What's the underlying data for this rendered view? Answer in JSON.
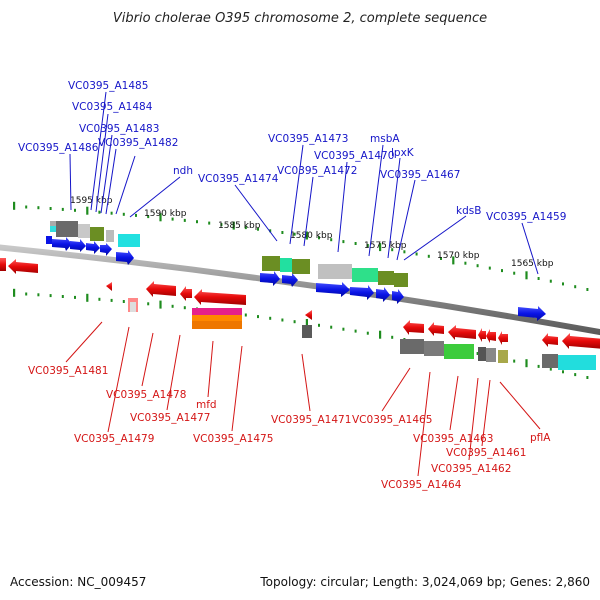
{
  "title": "Vibrio cholerae O395 chromosome 2, complete sequence",
  "footer": {
    "accession": "Accession: NC_009457",
    "summary": "Topology: circular; Length: 3,024,069 bp; Genes: 2,860"
  },
  "scale": {
    "labels": [
      "1595 kbp",
      "1590 kbp",
      "1585 kbp",
      "1580 kbp",
      "1575 kbp",
      "1570 kbp",
      "1565 kbp"
    ]
  },
  "genes_forward": [
    "VC0395_A1486",
    "VC0395_A1485",
    "VC0395_A1484",
    "VC0395_A1483",
    "VC0395_A1482",
    "ndh",
    "VC0395_A1474",
    "VC0395_A1473",
    "VC0395_A1472",
    "VC0395_A1470",
    "msbA",
    "lpxK",
    "VC0395_A1467",
    "kdsB",
    "VC0395_A1459"
  ],
  "genes_reverse": [
    "VC0395_A1481",
    "VC0395_A1479",
    "VC0395_A1478",
    "VC0395_A1477",
    "mfd",
    "VC0395_A1475",
    "VC0395_A1471",
    "VC0395_A1465",
    "VC0395_A1464",
    "VC0395_A1463",
    "VC0395_A1462",
    "VC0395_A1461",
    "pflA"
  ],
  "colors": {
    "forward": "#0a14e6",
    "reverse": "#e60a0a",
    "backbone": "#8c8c8c",
    "ticks": "#1e8c1e"
  }
}
